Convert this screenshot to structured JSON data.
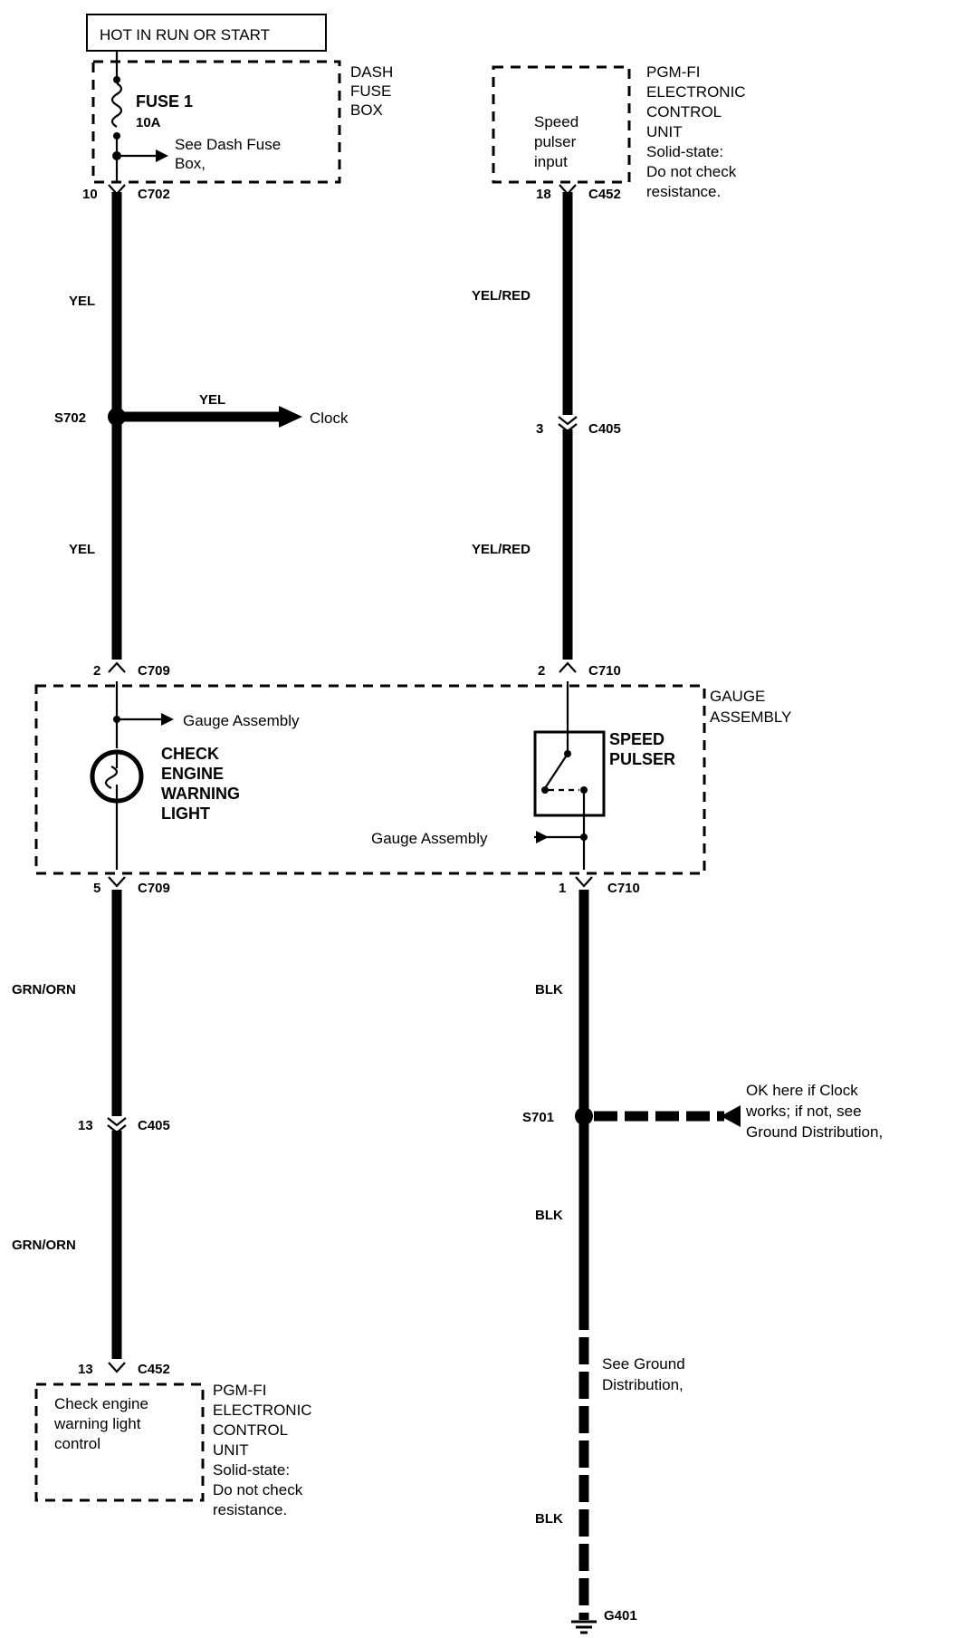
{
  "power": {
    "label": "HOT IN RUN OR START"
  },
  "dash_fuse_box": {
    "title": [
      "DASH",
      "FUSE",
      "BOX"
    ],
    "fuse_name": "FUSE 1",
    "fuse_rating": "10A",
    "see_note": [
      "See Dash Fuse",
      "Box,"
    ]
  },
  "ecu_top": {
    "title": [
      "PGM-FI",
      "ELECTRONIC",
      "CONTROL",
      "UNIT"
    ],
    "note": [
      "Solid-state:",
      "Do not check",
      "resistance."
    ],
    "input_label": [
      "Speed",
      "pulser",
      "input"
    ]
  },
  "ecu_bottom": {
    "title": [
      "PGM-FI",
      "ELECTRONIC",
      "CONTROL",
      "UNIT"
    ],
    "note": [
      "Solid-state:",
      "Do not check",
      "resistance."
    ],
    "control_label": [
      "Check engine",
      "warning light",
      "control"
    ]
  },
  "gauge_assembly": {
    "title": [
      "GAUGE",
      "ASSEMBLY"
    ],
    "check_engine_light": [
      "CHECK",
      "ENGINE",
      "WARNING",
      "LIGHT"
    ],
    "speed_pulser": [
      "SPEED",
      "PULSER"
    ],
    "gauge_ref_left": "Gauge Assembly",
    "gauge_ref_right": "Gauge Assembly"
  },
  "connectors": {
    "c702": {
      "pin": "10",
      "name": "C702"
    },
    "c452_top": {
      "pin": "18",
      "name": "C452"
    },
    "c405_right": {
      "pin": "3",
      "name": "C405"
    },
    "c709_top": {
      "pin": "2",
      "name": "C709"
    },
    "c710_top": {
      "pin": "2",
      "name": "C710"
    },
    "c709_bottom": {
      "pin": "5",
      "name": "C709"
    },
    "c710_bottom": {
      "pin": "1",
      "name": "C710"
    },
    "c405_left": {
      "pin": "13",
      "name": "C405"
    },
    "c452_bottom": {
      "pin": "13",
      "name": "C452"
    }
  },
  "splices": {
    "s702": "S702",
    "s701": "S701"
  },
  "wires": {
    "yel_1": "YEL",
    "yel_2": "YEL",
    "yel_clock": "YEL",
    "yelred_1": "YEL/RED",
    "yelred_2": "YEL/RED",
    "grnorn_1": "GRN/ORN",
    "grnorn_2": "GRN/ORN",
    "blk_1": "BLK",
    "blk_2": "BLK",
    "blk_3": "BLK"
  },
  "clock": {
    "label": "Clock"
  },
  "ground_note": [
    "OK here if Clock",
    "works; if not, see",
    "Ground Distribution,"
  ],
  "ground_see": [
    "See Ground",
    "Distribution,"
  ],
  "ground": {
    "label": "G401"
  }
}
